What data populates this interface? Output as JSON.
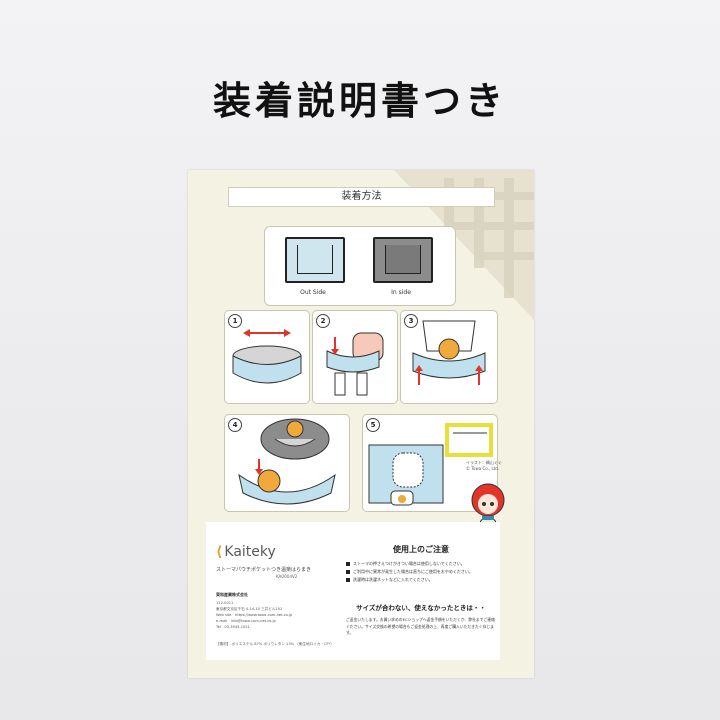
{
  "headline": "装着説明書つき",
  "doc": {
    "title": "装着方法",
    "sides": {
      "out": "Out Side",
      "in": "In side"
    },
    "steps": [
      "1",
      "2",
      "3",
      "4",
      "5"
    ],
    "credit_line1": "イラスト：鵜山ぐぐ",
    "credit_line2": "© Towa Co., Ltd.",
    "brand": "Kaiteky",
    "product": "ストーマパウチポケットつき温楽はらまき",
    "code": "KAO004V2",
    "company": "東和産業株式会社",
    "info": [
      "112-0011",
      "東京都文京区千石 4-14-10 三井ビル101",
      "Web site　https://www.towa-com-net.co.jp",
      "e-mail　info@towa-com-net.co.jp",
      "Tel　03-3945-1021"
    ],
    "material": "【素材】 ポリエステル 87% ポリウレタン 13% （側生地ロイカ・CF*）",
    "caution_title": "使用上のご注意",
    "cautions": [
      "ストーマの押さえつけがきつい場合は使用しないでください。",
      "ご利用中に異常が発生した場合は直ちにご使用をおやめください。",
      "洗濯時は洗濯ネットなどに入れてください。"
    ],
    "fit_title": "サイズが合わない、使えなかったときは・・",
    "fit_text": "ご返金いたします。お買い求めのECショップへ返金手順をいただくか、弊社までご連絡ください。サイズ交換の希望の場合もご返金処理の上、再度ご購入いただきたく存じます。"
  },
  "colors": {
    "blue": "#bfe0ec",
    "orange": "#f2a93b",
    "red": "#e2342a",
    "paper": "#f4f2e2"
  }
}
